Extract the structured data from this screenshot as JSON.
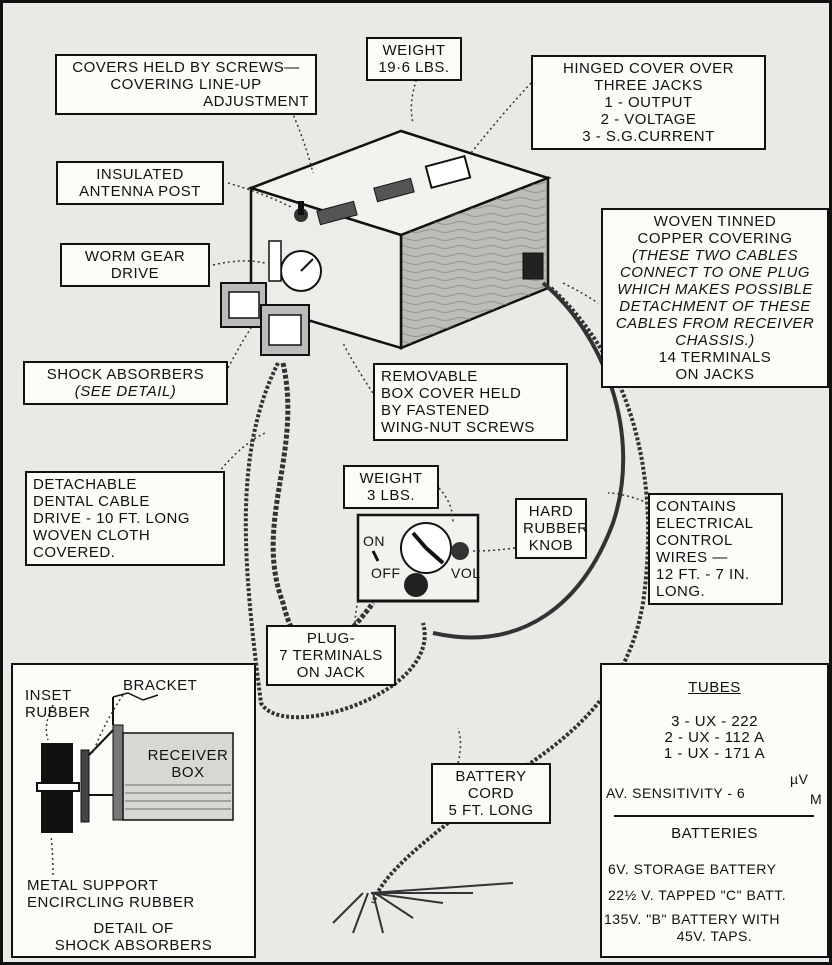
{
  "labels": {
    "covers": [
      "COVERS HELD BY SCREWS—",
      "COVERING LINE-UP",
      "ADJUSTMENT"
    ],
    "weight_receiver": [
      "WEIGHT",
      "19·6 LBS."
    ],
    "hinged": [
      "HINGED COVER OVER",
      "THREE JACKS",
      "1 - OUTPUT",
      "2 - VOLTAGE",
      "3 - S.G.CURRENT"
    ],
    "insulated": [
      "INSULATED",
      "ANTENNA POST"
    ],
    "worm": [
      "WORM GEAR",
      "DRIVE"
    ],
    "woven": [
      "WOVEN TINNED",
      "COPPER COVERING",
      "(THESE TWO CABLES",
      "CONNECT TO ONE PLUG",
      "WHICH MAKES POSSIBLE",
      "DETACHMENT OF THESE",
      "CABLES FROM RECEIVER",
      "CHASSIS.)",
      "14 TERMINALS",
      "ON JACKS"
    ],
    "shock": [
      "SHOCK ABSORBERS",
      "(SEE DETAIL)"
    ],
    "removable": [
      "REMOVABLE",
      "BOX COVER HELD",
      "BY FASTENED",
      "WING-NUT SCREWS"
    ],
    "detachable": [
      "DETACHABLE",
      "DENTAL CABLE",
      "DRIVE - 10 FT. LONG",
      "WOVEN CLOTH",
      "COVERED."
    ],
    "weight_control": [
      "WEIGHT",
      "3 LBS."
    ],
    "hard_rubber": [
      "HARD",
      "RUBBER",
      "KNOB"
    ],
    "contains": [
      "CONTAINS",
      "ELECTRICAL",
      "CONTROL",
      "WIRES —",
      "12 FT. - 7 IN.",
      "LONG."
    ],
    "plug": [
      "PLUG-",
      "7 TERMINALS",
      "ON JACK"
    ],
    "battery_cord": [
      "BATTERY",
      "CORD",
      "5 FT. LONG"
    ]
  },
  "control_box": {
    "on": "ON",
    "off": "OFF",
    "vol": "VOL"
  },
  "detail": {
    "bracket": "BRACKET",
    "inset_rubber": [
      "INSET",
      "RUBBER"
    ],
    "receiver_box": [
      "RECEIVER",
      "BOX"
    ],
    "metal_support": [
      "METAL SUPPORT",
      "ENCIRCLING RUBBER"
    ],
    "caption": [
      "DETAIL OF",
      "SHOCK ABSORBERS"
    ]
  },
  "specs": {
    "tubes_title": "TUBES",
    "tubes": [
      "3 - UX - 222",
      "2 - UX - 112 A",
      "1 - UX - 171 A"
    ],
    "sensitivity_label": "AV.  SENSITIVITY - 6",
    "sensitivity_num": "µV",
    "sensitivity_den": "M",
    "batteries_title": "BATTERIES",
    "batteries": [
      "6V. STORAGE BATTERY",
      "22½ V. TAPPED \"C\" BATT.",
      "135V. \"B\" BATTERY WITH",
      "45V. TAPS."
    ]
  }
}
